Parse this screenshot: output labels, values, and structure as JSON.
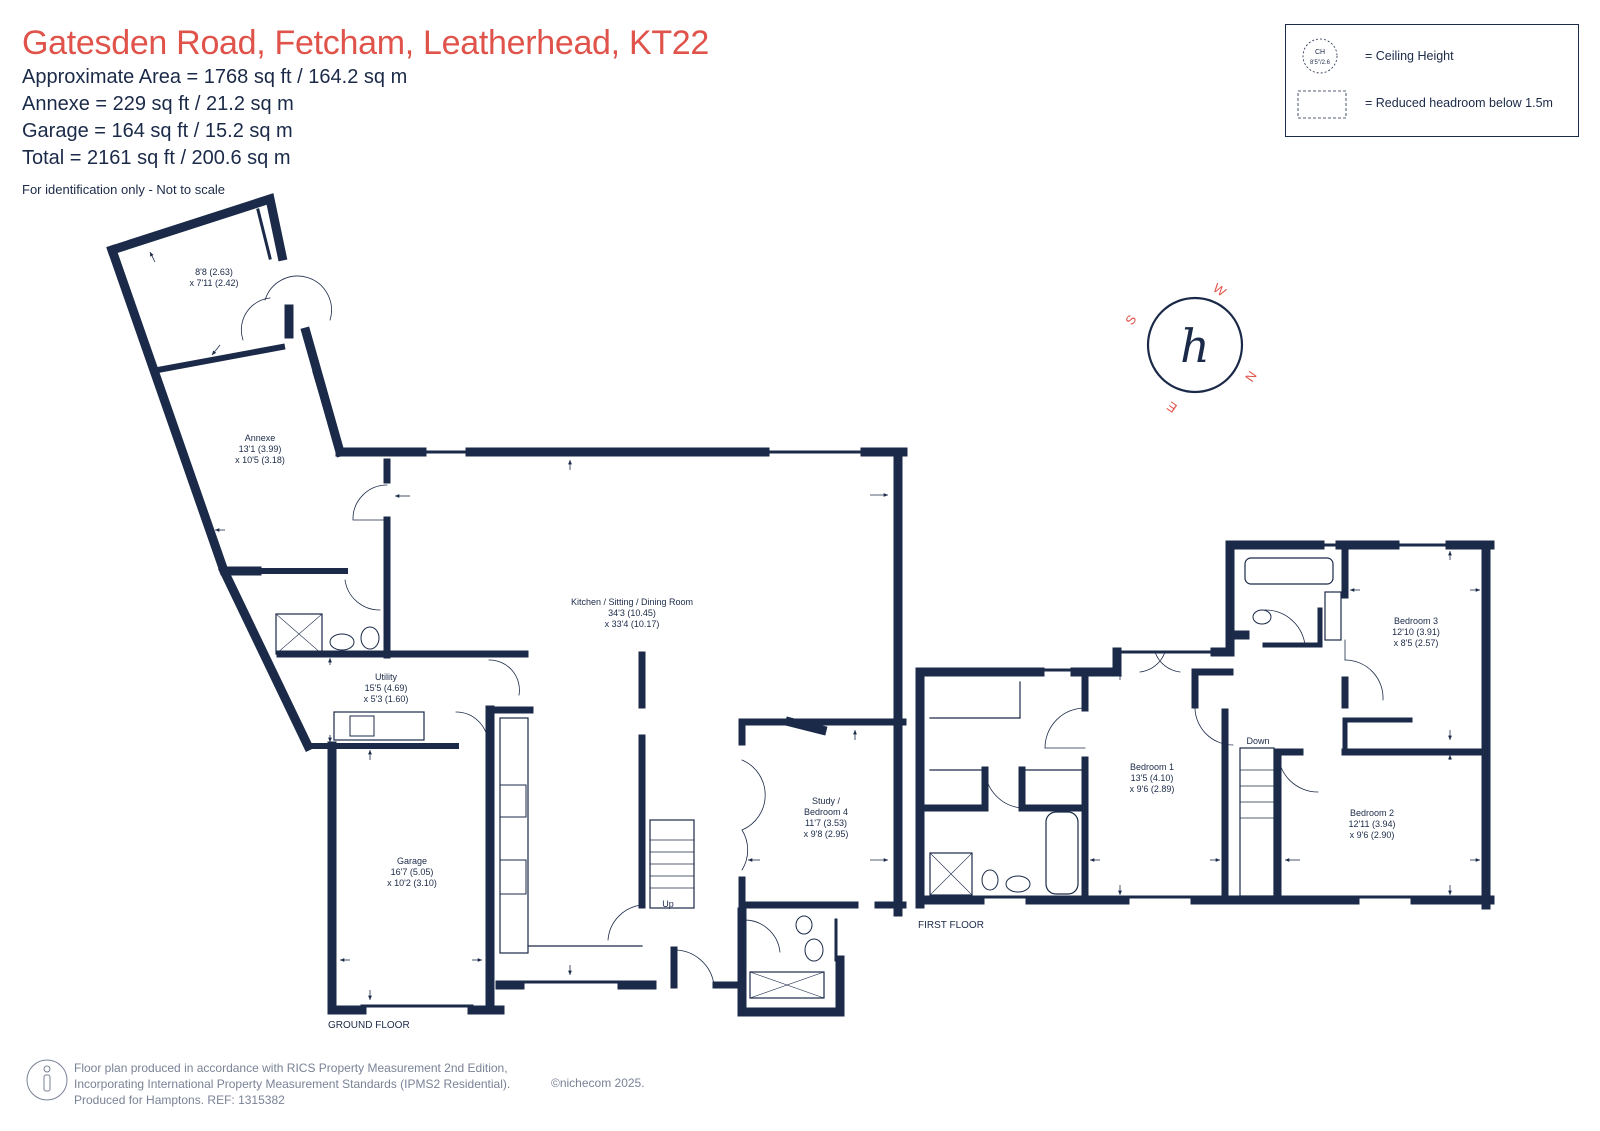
{
  "header": {
    "title": "Gatesden Road, Fetcham, Leatherhead, KT22",
    "areas": [
      "Approximate Area = 1768 sq ft / 164.2 sq m",
      "Annexe = 229 sq ft / 21.2 sq m",
      "Garage = 164 sq ft / 15.2 sq m",
      "Total = 2161 sq ft / 200.6 sq m"
    ],
    "note": "For identification only - Not to scale"
  },
  "legend": {
    "ceiling_symbol_top": "CH",
    "ceiling_symbol_bottom": "8'5\"/2.6",
    "ceiling_label": "= Ceiling Height",
    "headroom_label": "= Reduced headroom below 1.5m"
  },
  "compass": {
    "letters": [
      "W",
      "N",
      "E",
      "S"
    ],
    "logo": "h"
  },
  "ground_floor": {
    "label": "GROUND FLOOR",
    "rooms": {
      "annexe_small": {
        "name": "",
        "dims": [
          "8'8 (2.63)",
          "x 7'11 (2.42)"
        ]
      },
      "annexe": {
        "name": "Annexe",
        "dims": [
          "13'1 (3.99)",
          "x 10'5 (3.18)"
        ]
      },
      "kitchen": {
        "name": "Kitchen / Sitting / Dining Room",
        "dims": [
          "34'3 (10.45)",
          "x 33'4 (10.17)"
        ]
      },
      "utility": {
        "name": "Utility",
        "dims": [
          "15'5 (4.69)",
          "x 5'3 (1.60)"
        ]
      },
      "study": {
        "name": "Study /",
        "name2": "Bedroom 4",
        "dims": [
          "11'7 (3.53)",
          "x 9'8 (2.95)"
        ]
      },
      "garage": {
        "name": "Garage",
        "dims": [
          "16'7 (5.05)",
          "x 10'2 (3.10)"
        ]
      }
    },
    "stair_label": "Up"
  },
  "first_floor": {
    "label": "FIRST FLOOR",
    "rooms": {
      "bedroom1": {
        "name": "Bedroom 1",
        "dims": [
          "13'5 (4.10)",
          "x 9'6 (2.89)"
        ]
      },
      "bedroom2": {
        "name": "Bedroom 2",
        "dims": [
          "12'11 (3.94)",
          "x 9'6 (2.90)"
        ]
      },
      "bedroom3": {
        "name": "Bedroom 3",
        "dims": [
          "12'10 (3.91)",
          "x 8'5 (2.57)"
        ]
      }
    },
    "stair_label": "Down"
  },
  "footer": {
    "lines": [
      "Floor plan produced in accordance with RICS Property Measurement 2nd Edition,",
      "Incorporating International Property Measurement Standards (IPMS2 Residential).",
      "Produced for Hamptons.   REF:  1315382"
    ],
    "copyright": "©nichecom 2025."
  },
  "colors": {
    "wall": "#1b2a48",
    "accent": "#e0534b",
    "muted": "#7a8296"
  }
}
